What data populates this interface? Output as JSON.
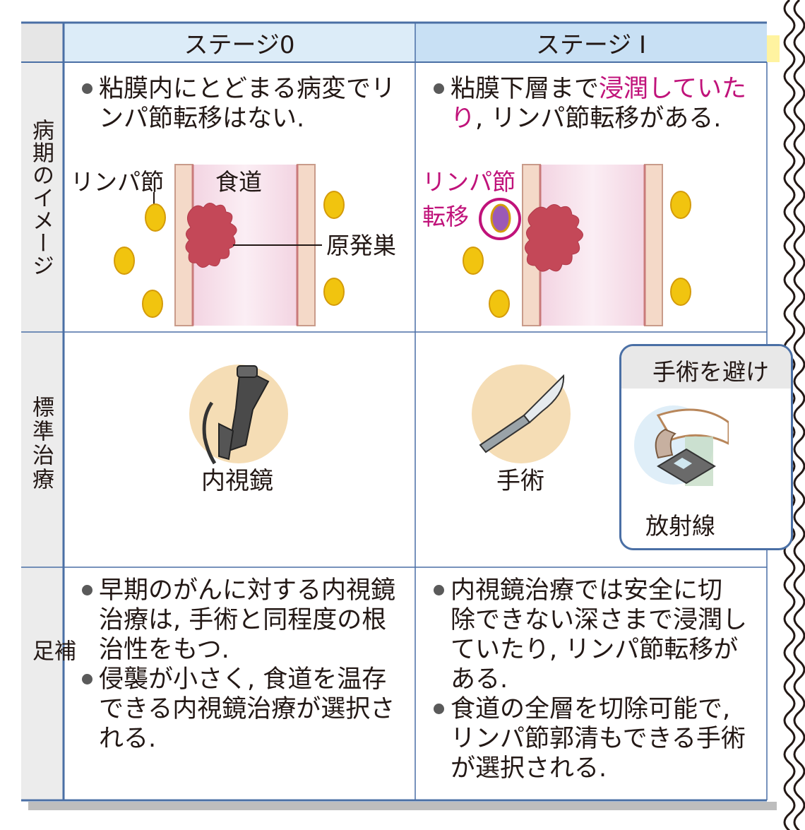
{
  "header": {
    "stage0": "ステージ0",
    "stage1": "ステージ I"
  },
  "rows": {
    "image": "病期のイメージ",
    "treatment": "標準治療",
    "note": "補足"
  },
  "stage0": {
    "desc_lines": [
      "粘膜内にとどまる病変でリ",
      "ンパ節転移はない."
    ],
    "labels": {
      "lymph": "リンパ節",
      "esophagus": "食道",
      "primary": "原発巣"
    },
    "treatment": "内視鏡",
    "notes": [
      {
        "lines": [
          "早期のがんに対する内視鏡",
          "治療は, 手術と同程度の根",
          "治性をもつ."
        ]
      },
      {
        "lines": [
          "侵襲が小さく, 食道を温存",
          "できる内視鏡治療が選択さ",
          "れる."
        ]
      }
    ]
  },
  "stage1": {
    "desc": {
      "pre": "粘膜下層まで",
      "pink1": "浸潤していた",
      "pink2": "り",
      "post": ", リンパ節転移がある."
    },
    "labels": {
      "meta1": "リンパ節",
      "meta2": "転移"
    },
    "treatment": "手術",
    "notes": [
      {
        "lines": [
          "内視鏡治療では安全に切",
          "除できない深さまで浸潤し",
          "ていたり, リンパ節転移が",
          "ある."
        ]
      },
      {
        "lines": [
          "食道の全層を切除可能で,",
          "リンパ節郭清もできる手術",
          "が選択される."
        ]
      }
    ]
  },
  "alt_box": {
    "title": "手術を避け",
    "caption": "放射線"
  },
  "colors": {
    "header_left": "#e6e6e6",
    "header_stage0": "#dcecf8",
    "header_stage1": "#c8e0f4",
    "border": "#4a6fa5",
    "lymph_node": "#f1c40f",
    "metastasis": "#9b59b6",
    "tumor": "#c44858",
    "accent_pink": "#c0127a",
    "icon_bg": "#f5ddb5"
  }
}
